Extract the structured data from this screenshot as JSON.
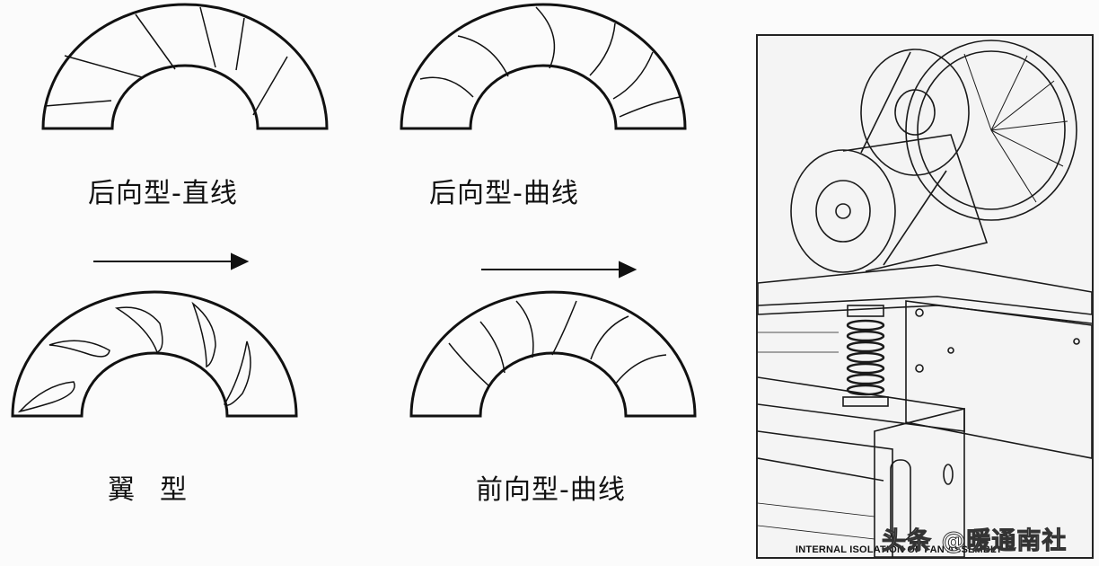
{
  "labels": {
    "backward_straight": "后向型-直线",
    "backward_curved": "后向型-曲线",
    "airfoil": "翼型",
    "forward_curved": "前向型-曲线"
  },
  "photo": {
    "caption": "INTERNAL ISOLATION OF FAN ASSEMBLY"
  },
  "watermark": "头条 @暖通南社",
  "colors": {
    "stroke": "#111111",
    "background": "#fbfbfb"
  }
}
